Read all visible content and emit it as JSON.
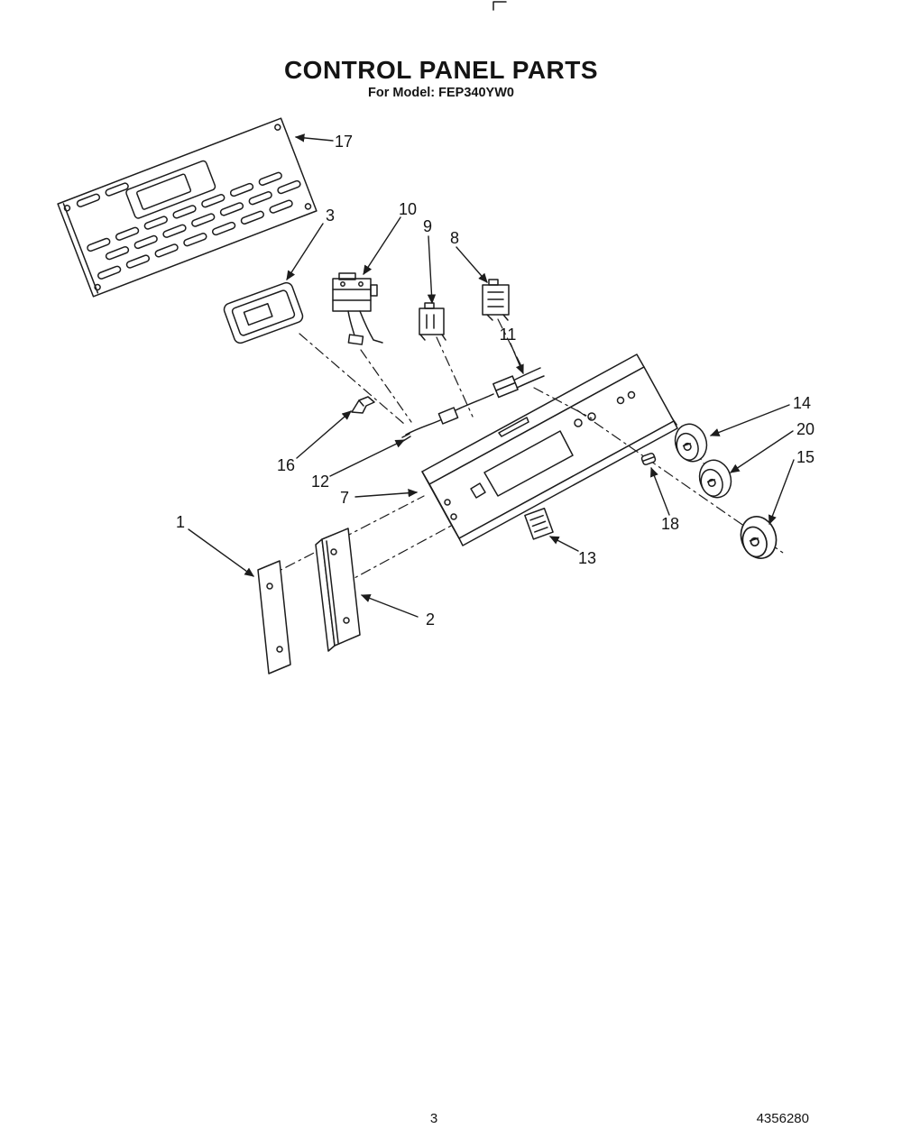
{
  "document": {
    "title": "CONTROL PANEL PARTS",
    "subtitle": "For Model: FEP340YW0"
  },
  "footer": {
    "page_number": "3",
    "doc_number": "4356280"
  },
  "colors": {
    "ink": "#1c1c1c",
    "paper": "#ffffff"
  },
  "callouts": [
    {
      "label": "17"
    },
    {
      "label": "3"
    },
    {
      "label": "10"
    },
    {
      "label": "9"
    },
    {
      "label": "8"
    },
    {
      "label": "11"
    },
    {
      "label": "16"
    },
    {
      "label": "12"
    },
    {
      "label": "7"
    },
    {
      "label": "14"
    },
    {
      "label": "20"
    },
    {
      "label": "15"
    },
    {
      "label": "18"
    },
    {
      "label": "13"
    },
    {
      "label": "1"
    },
    {
      "label": "2"
    }
  ]
}
